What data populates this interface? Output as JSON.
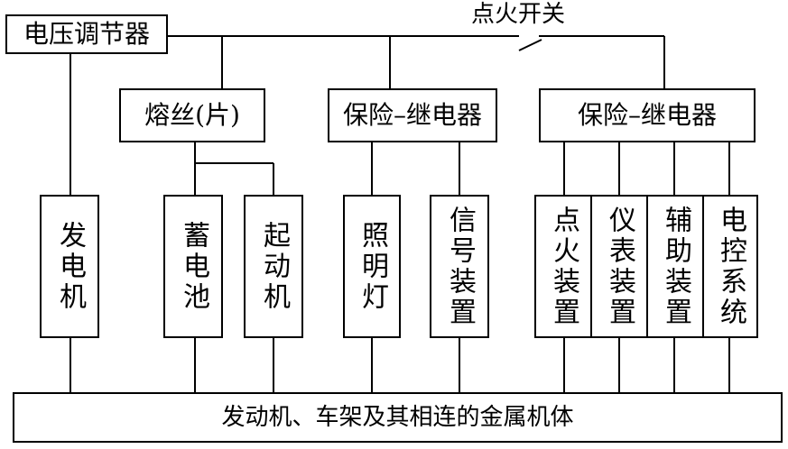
{
  "top": {
    "regulator": "电压调节器",
    "ignition_switch": "点火开关"
  },
  "middle": {
    "fuse": "熔丝(片)",
    "relay_left": "保险–继电器",
    "relay_right": "保险–继电器"
  },
  "components": {
    "generator": "发电机",
    "battery": "蓄电池",
    "starter": "起动机",
    "lighting": "照明灯",
    "signal": "信号装置",
    "ignition": "点火装置",
    "instrument": "仪表装置",
    "auxiliary": "辅助装置",
    "ecu": "电控系统"
  },
  "bottom": {
    "ground": "发动机、车架及其相连的金属机体"
  },
  "colors": {
    "line": "#000000",
    "background": "#ffffff"
  }
}
